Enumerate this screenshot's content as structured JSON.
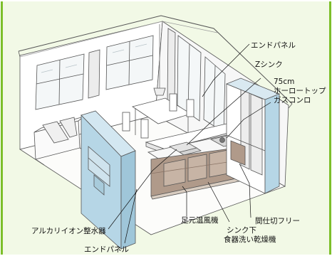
{
  "colors": {
    "background": "#f2f9e6",
    "frame": "#7cbf2a",
    "panel_blue": "#b6d6e6",
    "cabinet": "#b09a8a",
    "line": "#555555"
  },
  "labels": {
    "end_panel_top": "エンドパネル",
    "z_sink": "Zシンク",
    "enamel_top_line1": "75cm",
    "enamel_top_line2": "ホーロートップ",
    "gas_stove": "ガスコンロ",
    "alkaline_ionizer": "アルカリイオン整水器",
    "end_panel_bottom": "エンドパネル",
    "foot_heater": "足元温風機",
    "dishwasher_line1": "シンク下",
    "dishwasher_line2": "食器洗い乾燥機",
    "partition_free": "間仕切フリー"
  }
}
